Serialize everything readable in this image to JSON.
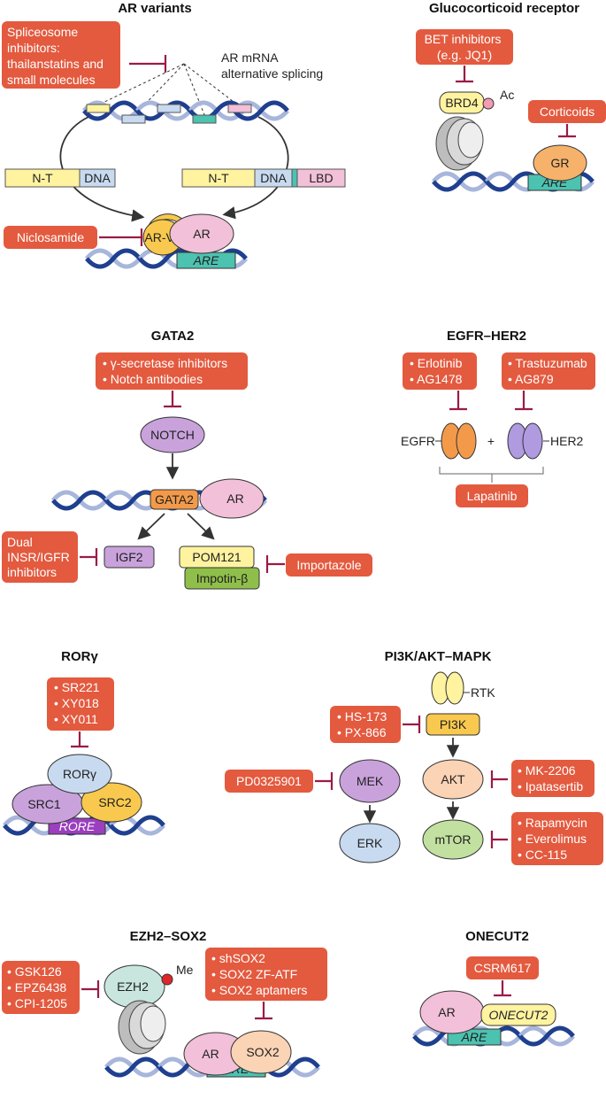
{
  "colors": {
    "drug_box": "#e35a3f",
    "inhibitor": "#9b1b45",
    "dna_dark": "#1f3f8f",
    "dna_light": "#a8b6dc",
    "are": "#4cc2b0",
    "pink": "#f2c0d8",
    "yellow": "#fff3a0",
    "orange": "#f6b26b",
    "purple": "#c9a2dc",
    "blue": "#c8daf0"
  },
  "panels": {
    "ar_variants": {
      "title": "AR variants",
      "drug_spliceosome": [
        "Spliceosome",
        "inhibitors:",
        "thailanstatins and",
        "small molecules"
      ],
      "splicing_label": [
        "AR mRNA",
        "alternative splicing"
      ],
      "domain_nt": "N-T",
      "domain_dna": "DNA",
      "domain_lbd": "LBD",
      "drug_niclosamide": "Niclosamide",
      "protein_arv7": "AR-V7",
      "protein_ar": "AR",
      "are": "ARE"
    },
    "glucocorticoid": {
      "title": "Glucocorticoid receptor",
      "drug_bet": [
        "BET inhibitors",
        "(e.g. JQ1)"
      ],
      "protein_brd4": "BRD4",
      "mark_ac": "Ac",
      "drug_corticoids": "Corticoids",
      "protein_gr": "GR",
      "are": "ARE"
    },
    "gata2": {
      "title": "GATA2",
      "drug_notch": [
        "• γ-secretase inhibitors",
        "• Notch antibodies"
      ],
      "protein_notch": "NOTCH",
      "protein_gata2": "GATA2",
      "protein_ar": "AR",
      "drug_insr": [
        "Dual",
        "INSR/IGFR",
        "inhibitors"
      ],
      "protein_igf2": "IGF2",
      "protein_pom121": "POM121",
      "protein_impotin": "Impotin-β",
      "drug_importazole": "Importazole"
    },
    "egfr_her2": {
      "title": "EGFR–HER2",
      "drug_left": [
        "• Erlotinib",
        "• AG1478"
      ],
      "drug_right": [
        "• Trastuzumab",
        "• AG879"
      ],
      "label_egfr": "EGFR",
      "label_plus": "+",
      "label_her2": "HER2",
      "drug_lapatinib": "Lapatinib"
    },
    "ror": {
      "title": "RORγ",
      "drug_list": [
        "• SR221",
        "• XY018",
        "• XY011"
      ],
      "protein_rorg": "RORγ",
      "protein_src1": "SRC1",
      "protein_src2": "SRC2",
      "rore": "RORE"
    },
    "pi3k": {
      "title": "PI3K/AKT–MAPK",
      "label_rtk": "RTK",
      "drug_pi3k": [
        "• HS-173",
        "• PX-866"
      ],
      "protein_pi3k": "PI3K",
      "drug_pd": "PD0325901",
      "protein_mek": "MEK",
      "protein_akt": "AKT",
      "drug_akt": [
        "• MK-2206",
        "• Ipatasertib"
      ],
      "protein_erk": "ERK",
      "protein_mtor": "mTOR",
      "drug_mtor": [
        "• Rapamycin",
        "• Everolimus",
        "• CC-115"
      ]
    },
    "ezh2": {
      "title": "EZH2–SOX2",
      "drug_left": [
        "• GSK126",
        "• EPZ6438",
        "• CPI-1205"
      ],
      "protein_ezh2": "EZH2",
      "mark_me": "Me",
      "drug_right": [
        "• shSOX2",
        "• SOX2 ZF-ATF",
        "• SOX2 aptamers"
      ],
      "protein_ar": "AR",
      "protein_sox2": "SOX2",
      "are": "ARE"
    },
    "onecut2": {
      "title": "ONECUT2",
      "drug_csrm": "CSRM617",
      "protein_ar": "AR",
      "protein_onecut2": "ONECUT2",
      "are": "ARE"
    }
  }
}
